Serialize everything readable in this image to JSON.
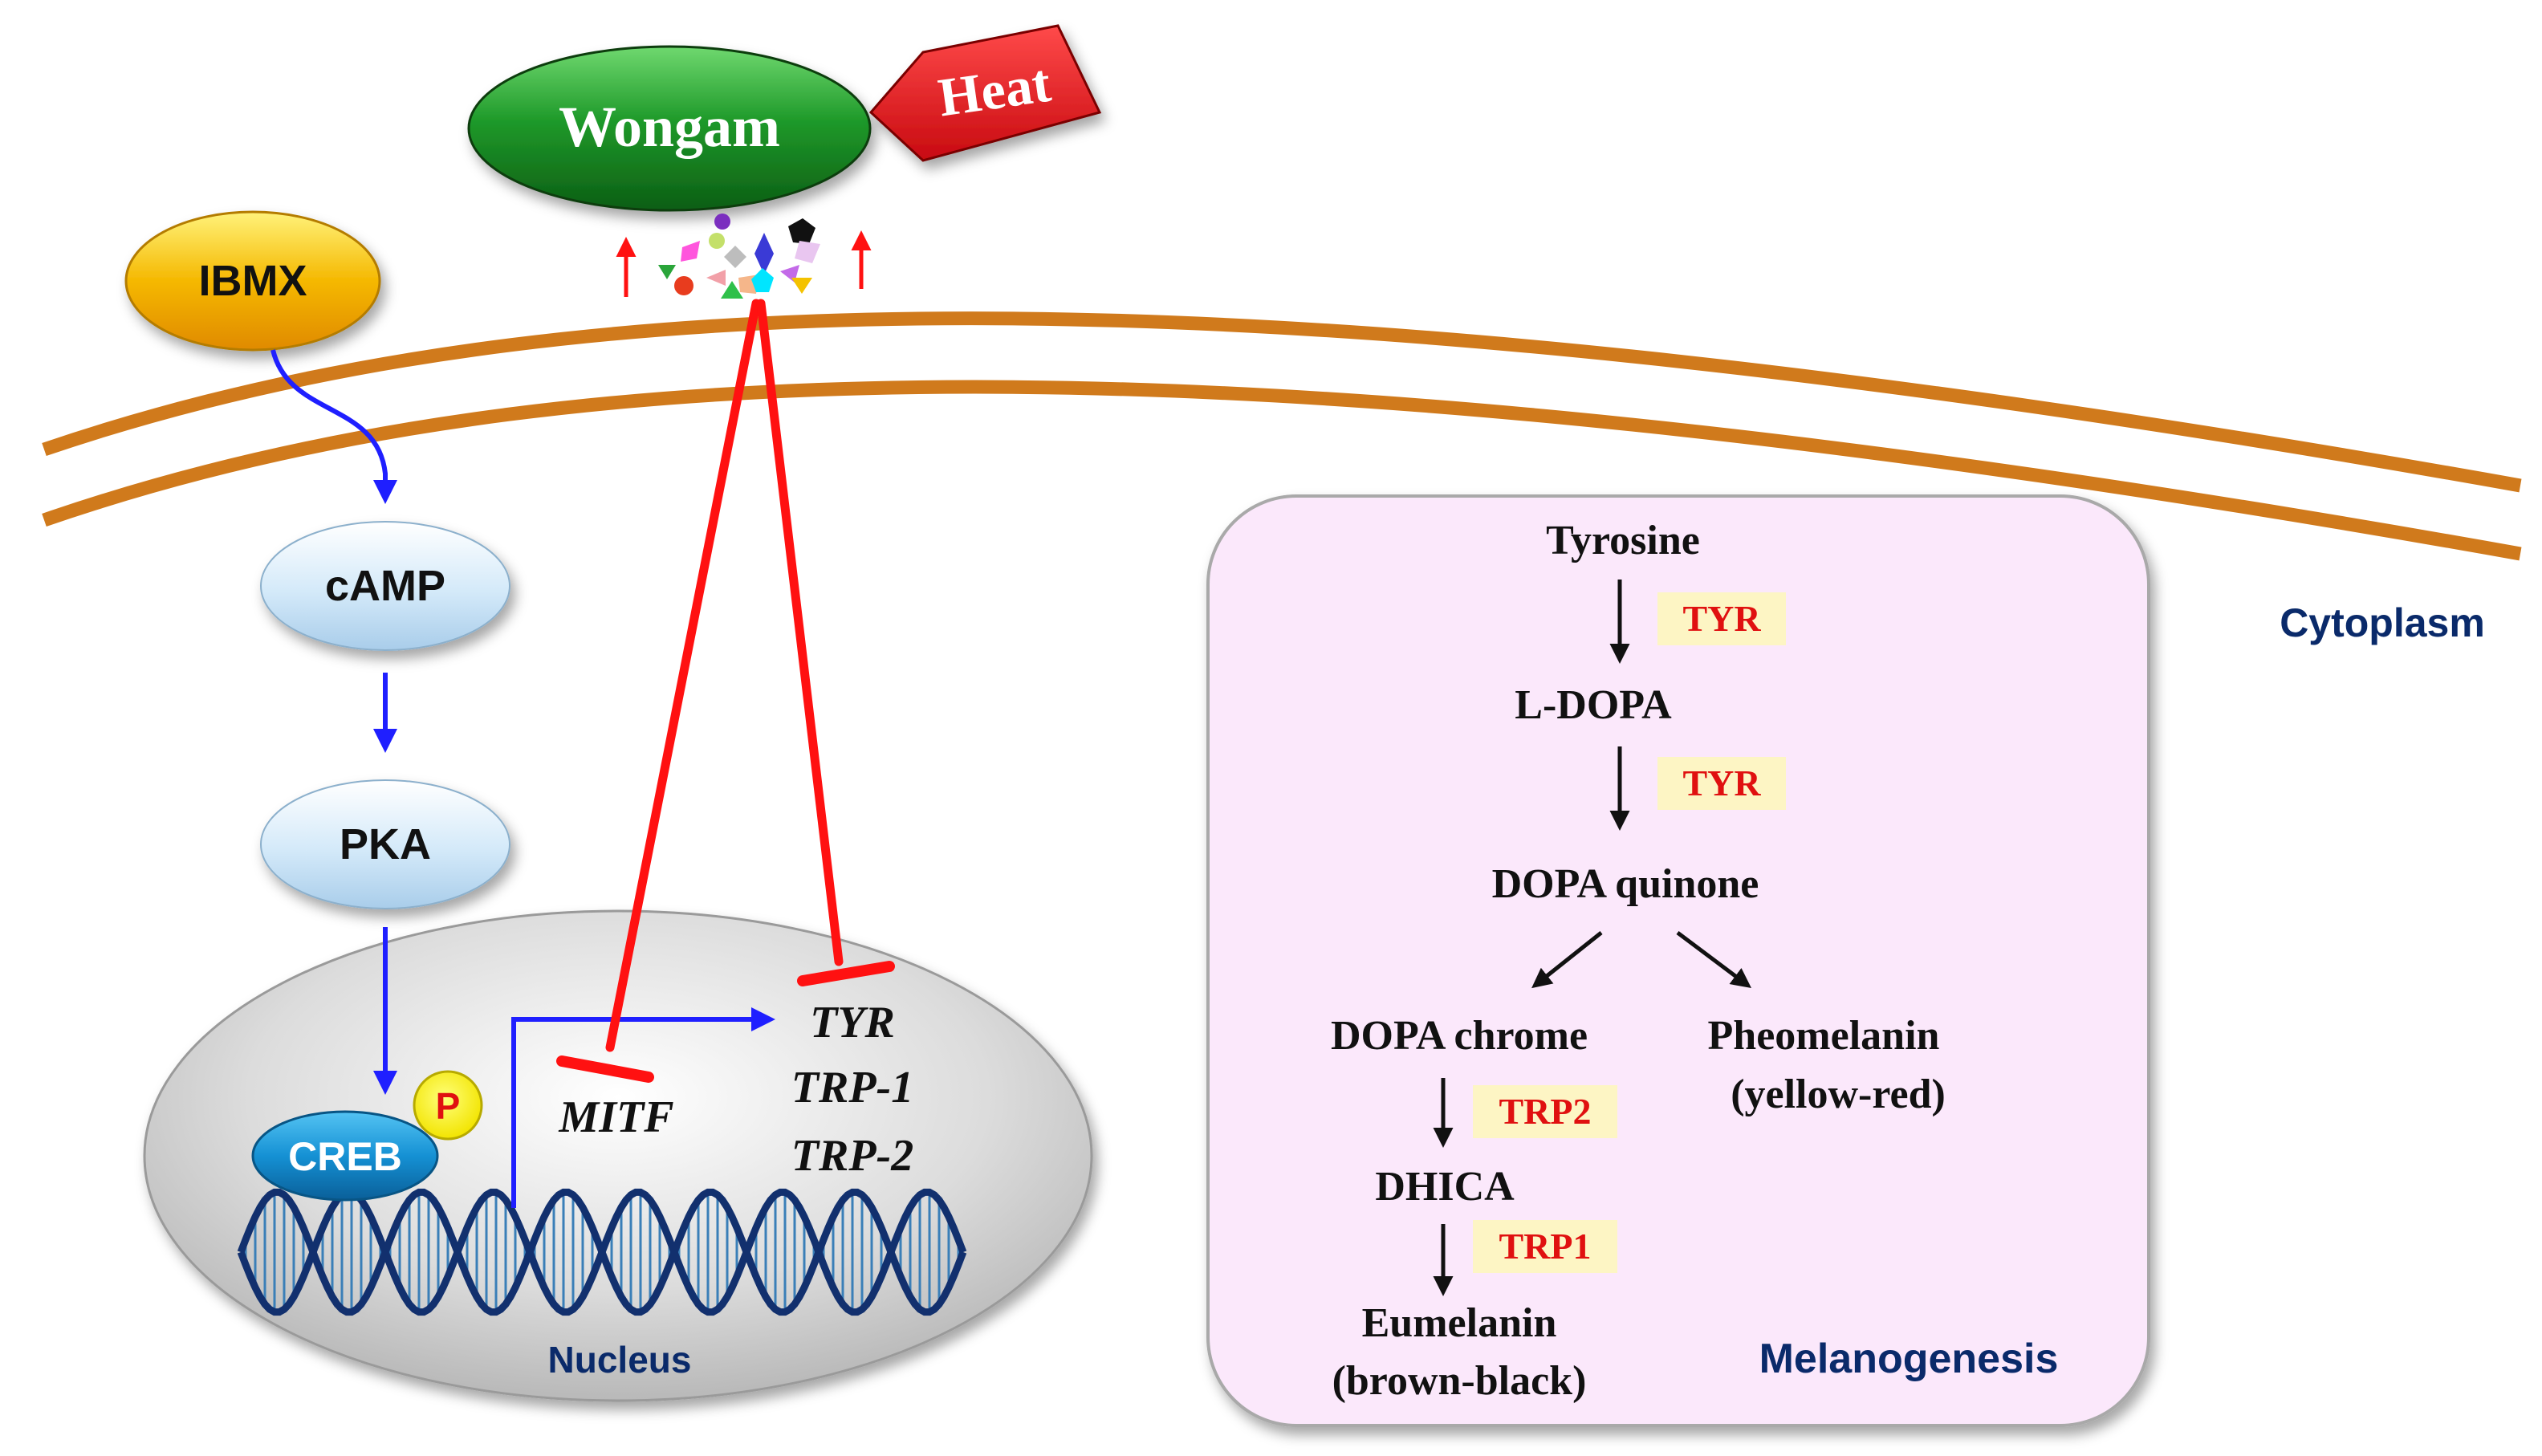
{
  "top": {
    "wongam": "Wongam",
    "heat": "Heat"
  },
  "signaling": {
    "ibmx": "IBMX",
    "camp": "cAMP",
    "pka": "PKA",
    "creb": "CREB",
    "phospho": "P"
  },
  "nucleus": {
    "label": "Nucleus",
    "mitf": "MITF",
    "genes": [
      "TYR",
      "TRP-1",
      "TRP-2"
    ]
  },
  "cytoplasm_label": "Cytoplasm",
  "melanogenesis": {
    "title": "Melanogenesis",
    "tyrosine": "Tyrosine",
    "ldopa": "L-DOPA",
    "dopa_quinone": "DOPA quinone",
    "dopa_chrome": "DOPA chrome",
    "dhica": "DHICA",
    "eumelanin": "Eumelanin",
    "eumelanin_color": "(brown-black)",
    "pheomelanin": "Pheomelanin",
    "pheomelanin_color": "(yellow-red)",
    "enzymes": {
      "tyr1": "TYR",
      "tyr2": "TYR",
      "trp2": "TRP2",
      "trp1": "TRP1"
    }
  },
  "colors": {
    "membrane": "#d07a1c",
    "inhibit": "#ff1111",
    "activate": "#1f1fff",
    "wongam_green": "#1f9a2a",
    "heat_red": "#e8141c",
    "ibmx_gold": "#f5b800",
    "creb_blue": "#1591d4",
    "box_fill": "#fbe8fb",
    "navy": "#0a2a6a",
    "enzyme_bg": "#fdf5c4",
    "enzyme_text": "#e01010"
  }
}
